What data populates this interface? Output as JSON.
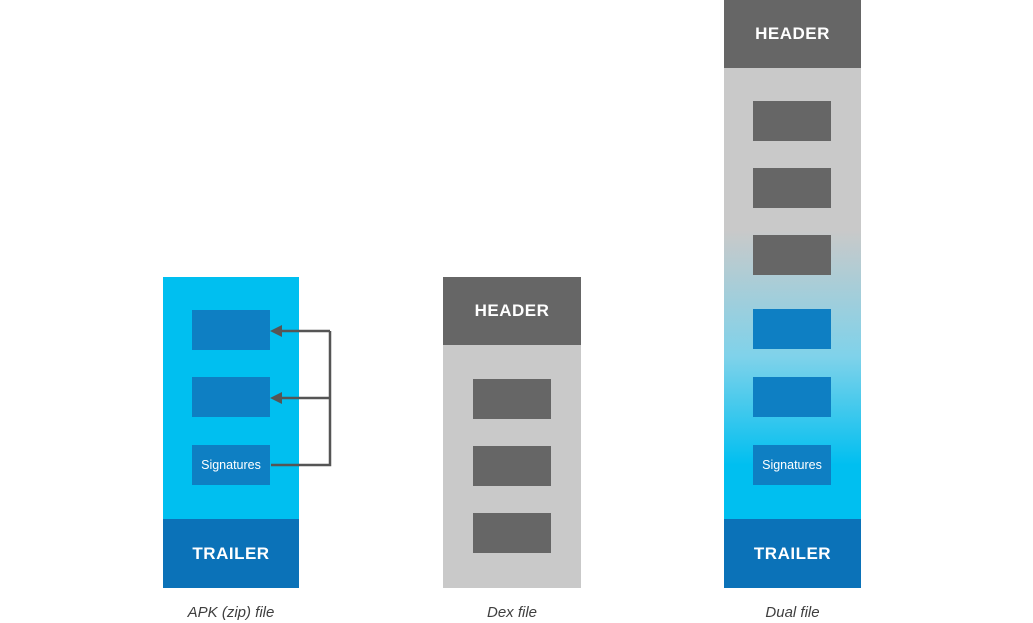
{
  "colors": {
    "cyan": "#00bff0",
    "blue-block": "#0e7fc3",
    "trailer-blue": "#0b72b8",
    "dark-gray": "#666666",
    "light-gray": "#c9c9c9",
    "arrow": "#555555",
    "caption": "#3f3f3f"
  },
  "apk_column": {
    "caption": "APK (zip) file",
    "trailer_label": "TRAILER",
    "signatures_label": "Signatures"
  },
  "dex_column": {
    "caption": "Dex file",
    "header_label": "HEADER"
  },
  "dual_column": {
    "caption": "Dual file",
    "header_label": "HEADER",
    "trailer_label": "TRAILER",
    "signatures_label": "Signatures"
  }
}
